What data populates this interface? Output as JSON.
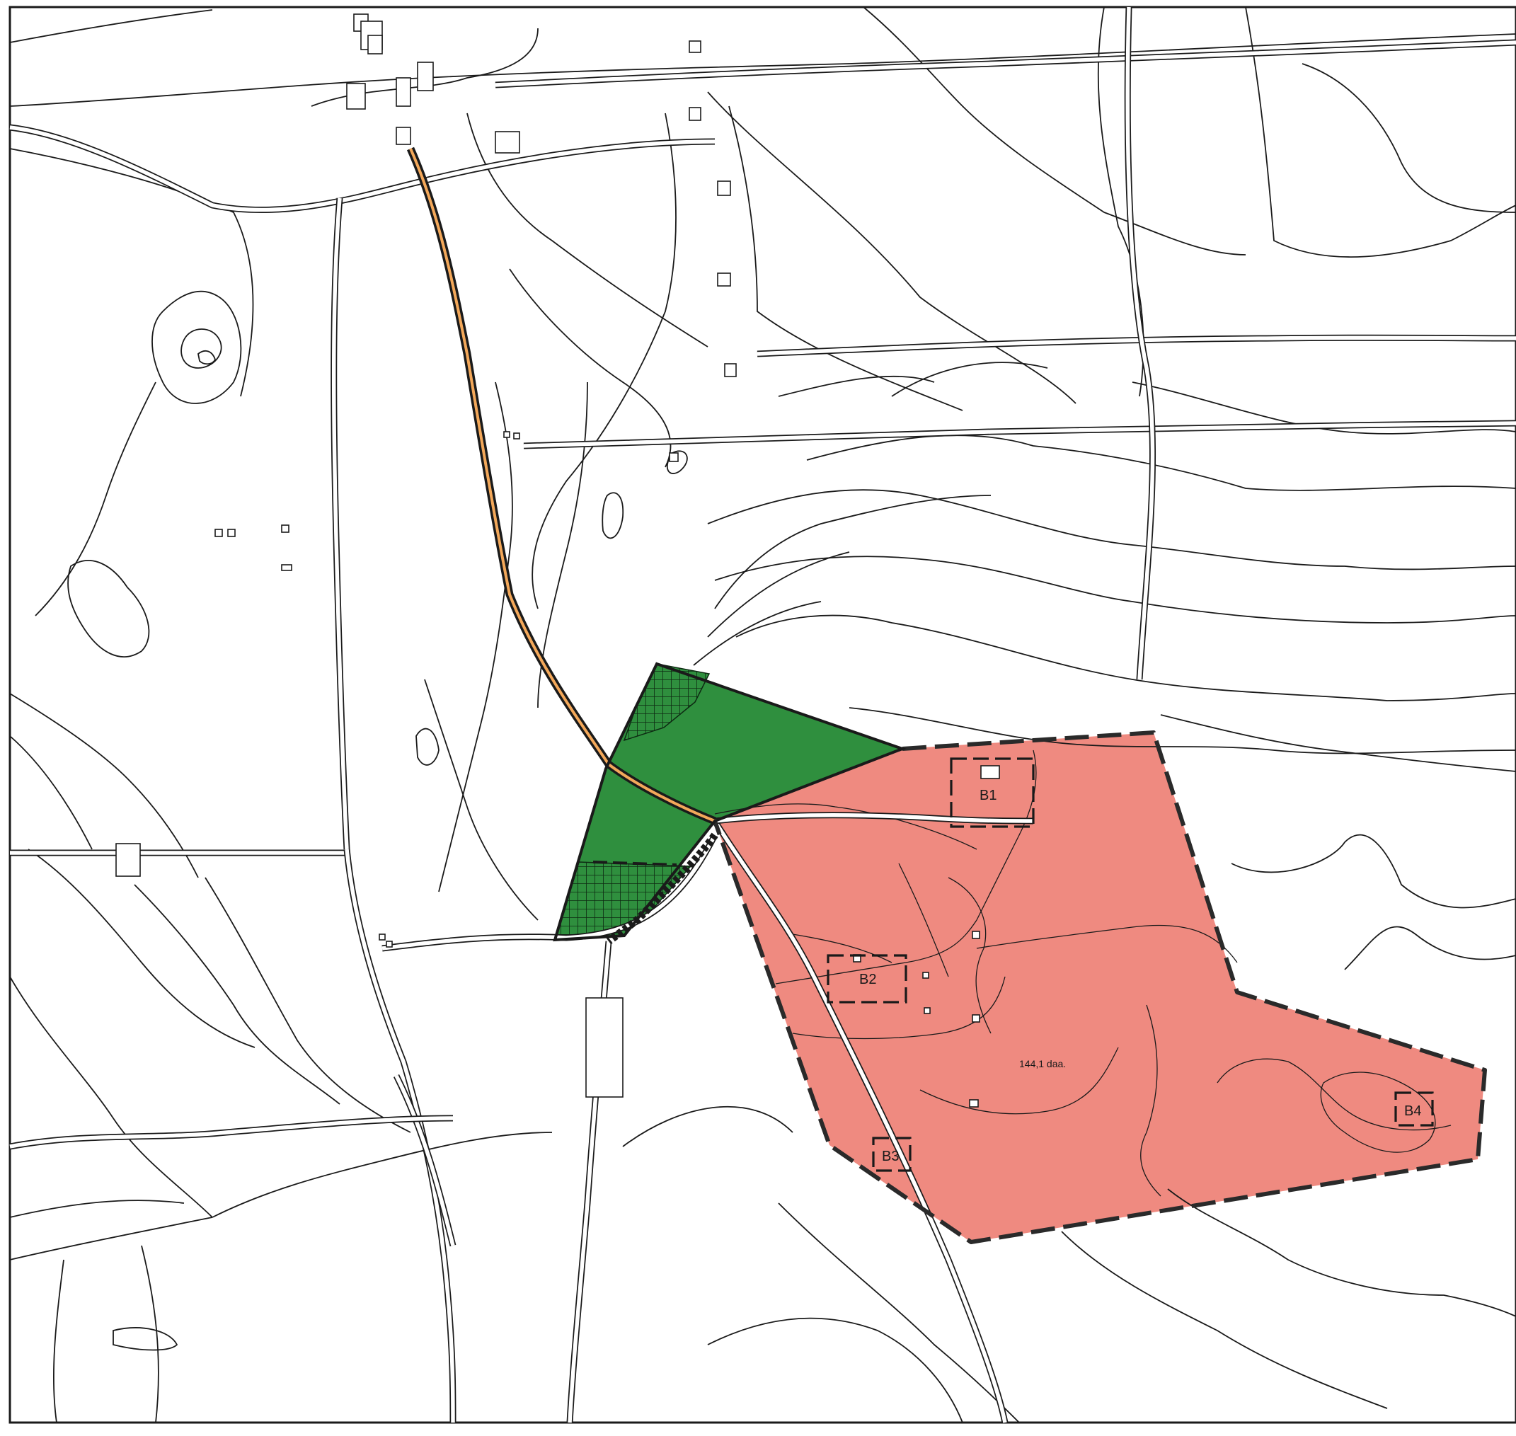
{
  "colors": {
    "development_area": "#ef8a80",
    "green_area": "#2f8f3e",
    "access_road": "#f3a85a",
    "lines": "#1a1a1a",
    "background": "#ffffff"
  },
  "map": {
    "area_label": "144,1 daa.",
    "sites": [
      {
        "label": "B1"
      },
      {
        "label": "B2"
      },
      {
        "label": "B3"
      },
      {
        "label": "B4"
      }
    ]
  }
}
